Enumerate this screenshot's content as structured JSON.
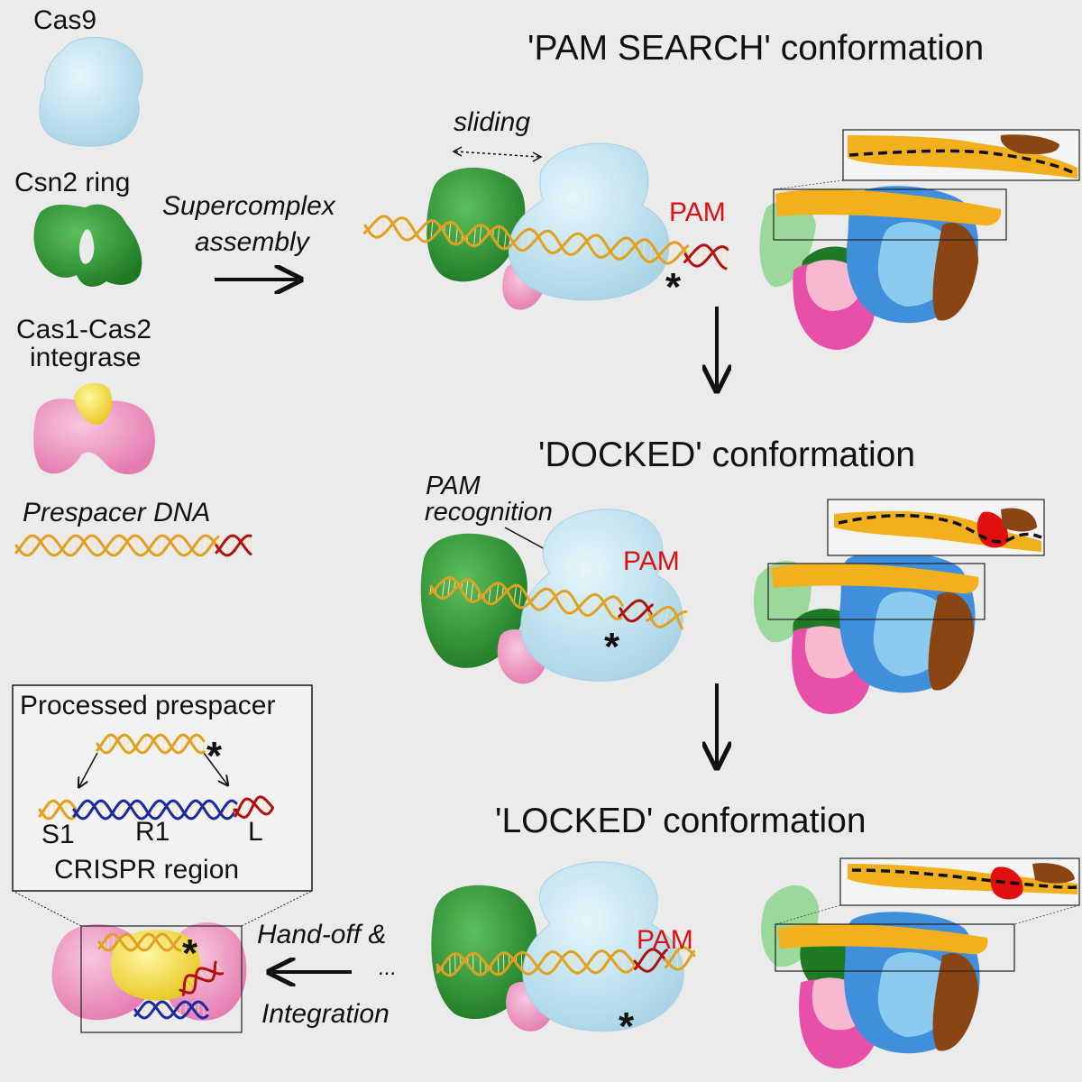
{
  "legend": {
    "cas9": "Cas9",
    "csn2": "Csn2 ring",
    "cas12_line1": "Cas1-Cas2",
    "cas12_line2": "integrase",
    "prespacer": "Prespacer DNA"
  },
  "assembly": {
    "line1": "Supercomplex",
    "line2": "assembly"
  },
  "sliding": "sliding",
  "conformations": {
    "pam_search": "'PAM SEARCH' conformation",
    "docked": "'DOCKED' conformation",
    "locked": "'LOCKED' conformation"
  },
  "pam": "PAM",
  "asterisk": "*",
  "pam_recognition": {
    "line1": "PAM",
    "line2": "recognition"
  },
  "handoff": {
    "line1": "Hand-off &",
    "dots": "...",
    "line2": "Integration"
  },
  "inset": {
    "title": "Processed prespacer",
    "s1": "S1",
    "r1": "R1",
    "l": "L",
    "region": "CRISPR region"
  },
  "colors": {
    "cas9": "#cdeaf6",
    "csn2": "#3a9a3a",
    "cas1": "#f09ac6",
    "cas2": "#f5e04a",
    "dna": "#e0a020",
    "pam_dna": "#b01010",
    "repeat_dna": "#1a2aa0",
    "label_red": "#e01010"
  }
}
